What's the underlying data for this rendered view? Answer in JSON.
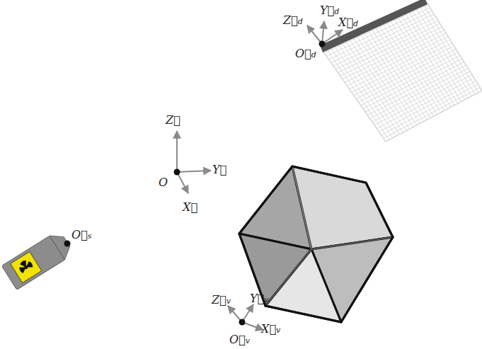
{
  "diagram": {
    "labels": [
      "Z⃗",
      "Y⃗",
      "X⃗",
      "O",
      "Z⃗d",
      "Y⃗d",
      "X⃗d",
      "O⃗d",
      "Z⃗v",
      "Y⃗v",
      "X⃗v",
      "O⃗v",
      "O⃗s"
    ]
  }
}
